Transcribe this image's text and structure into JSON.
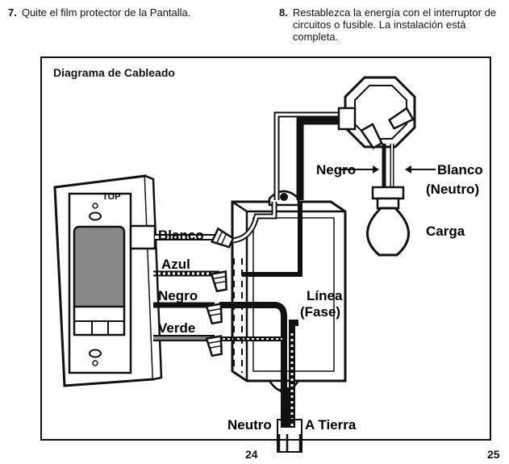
{
  "steps": [
    {
      "num": "7.",
      "text": "Quite el film protector de la Pantalla."
    },
    {
      "num": "8.",
      "text": "Restablezca la energía con el interruptor de circuitos o fusible. La instalación está completa."
    }
  ],
  "diagram": {
    "title": "Diagrama de Cableado",
    "labels": {
      "top": "TOP",
      "blanco": "Blanco",
      "azul": "Azul",
      "negro": "Negro",
      "verde": "Verde",
      "linea": "Línea",
      "fase": "(Fase)",
      "neutro": "Neutro",
      "tierra": "A Tierra",
      "negro_load": "Negro",
      "blanco_load": "Blanco",
      "neutro_load": "(Neutro)",
      "carga": "Carga"
    }
  },
  "pages": {
    "left": "24",
    "right": "25"
  }
}
